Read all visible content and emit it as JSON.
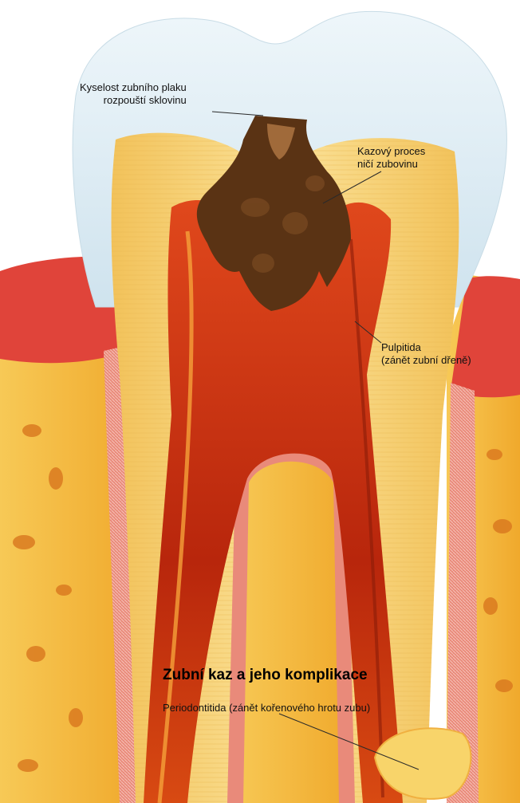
{
  "title": "Zubní kaz a jeho komplikace",
  "labels": {
    "plaque": [
      "Kyselost zubního plaku",
      "rozpouští sklovinu"
    ],
    "caries": [
      "Kazový proces",
      "ničí zubovinu"
    ],
    "pulpitis": [
      "Pulpitida",
      "(zánět zubní dřeně)"
    ],
    "periodontitis": "Periodontitida (zánět kořenového hrotu zubu)"
  },
  "colors": {
    "enamel": "#dfeef5",
    "dentin": "#f7d47a",
    "pulp": "#c82f10",
    "caries": "#5a3314",
    "gum": "#e0443a",
    "bone": "#f4b93c"
  }
}
